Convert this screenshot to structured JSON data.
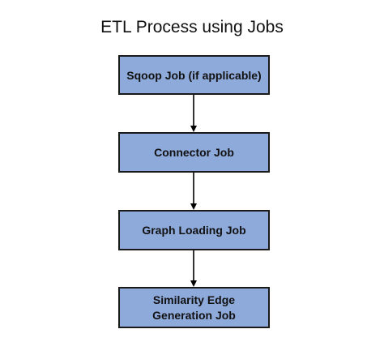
{
  "title": "ETL Process using Jobs",
  "colors": {
    "box_fill": "#8eaadb",
    "box_border": "#1a1a1a",
    "arrow": "#000000",
    "text": "#111111",
    "background": "#ffffff"
  },
  "steps": [
    {
      "label": "Sqoop Job (if applicable)"
    },
    {
      "label": "Connector Job"
    },
    {
      "label": "Graph Loading Job"
    },
    {
      "label": "Similarity Edge Generation Job"
    }
  ]
}
